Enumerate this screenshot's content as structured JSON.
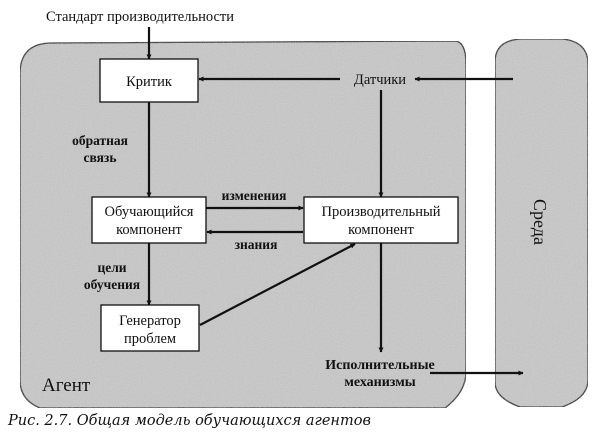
{
  "diagram": {
    "title": "Стандарт производительности",
    "regions": {
      "agent": "Агент",
      "environment": "Среда"
    },
    "nodes": {
      "critic": [
        "Критик"
      ],
      "learning": [
        "Обучающийся",
        "компонент"
      ],
      "performance": [
        "Производительный",
        "компонент"
      ],
      "generator": [
        "Генератор",
        "проблем"
      ],
      "sensors": [
        "Датчики"
      ],
      "actuators": [
        "Исполнительные",
        "механизмы"
      ]
    },
    "edge_labels": {
      "feedback": [
        "обратная",
        "связь"
      ],
      "changes": "изменения",
      "knowledge": "знания",
      "learning_goals": [
        "цели",
        "обучения"
      ]
    },
    "edges": [
      {
        "from": "Стандарт производительности",
        "to": "Критик"
      },
      {
        "from": "Датчики",
        "to": "Критик"
      },
      {
        "from": "Среда",
        "to": "Датчики"
      },
      {
        "from": "Датчики",
        "to": "Производительный компонент"
      },
      {
        "from": "Критик",
        "to": "Обучающийся компонент",
        "label": "обратная связь"
      },
      {
        "from": "Обучающийся компонент",
        "to": "Производительный компонент",
        "label": "изменения"
      },
      {
        "from": "Производительный компонент",
        "to": "Обучающийся компонент",
        "label": "знания"
      },
      {
        "from": "Обучающийся компонент",
        "to": "Генератор проблем",
        "label": "цели обучения"
      },
      {
        "from": "Генератор проблем",
        "to": "Производительный компонент"
      },
      {
        "from": "Производительный компонент",
        "to": "Исполнительные механизмы"
      },
      {
        "from": "Исполнительные механизмы",
        "to": "Среда"
      }
    ],
    "colors": {
      "region_fill": "#c9c9c9",
      "box_fill": "#ffffff",
      "stroke": "#111111"
    }
  },
  "caption": "Рис. 2.7. Общая модель обучающихся агентов"
}
